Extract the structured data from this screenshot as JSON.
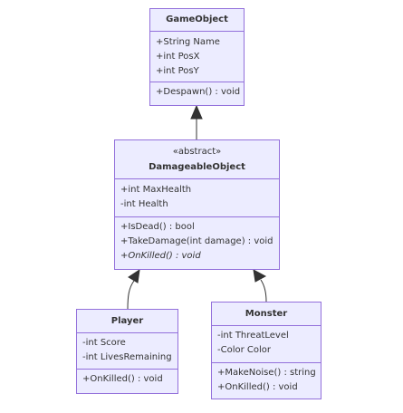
{
  "classes": {
    "game_object": {
      "name": "GameObject",
      "attributes": [
        "+String Name",
        "+int PosX",
        "+int PosY"
      ],
      "methods": [
        "+Despawn() : void"
      ]
    },
    "damageable_object": {
      "stereotype": "«abstract»",
      "name": "DamageableObject",
      "attributes": [
        "+int MaxHealth",
        "-int Health"
      ],
      "methods": [
        "+IsDead() : bool",
        "+TakeDamage(int damage) : void",
        "+OnKilled() : void"
      ]
    },
    "player": {
      "name": "Player",
      "attributes": [
        "-int Score",
        "-int LivesRemaining"
      ],
      "methods": [
        "+OnKilled() : void"
      ]
    },
    "monster": {
      "name": "Monster",
      "attributes": [
        "-int ThreatLevel",
        "-Color Color"
      ],
      "methods": [
        "+MakeNoise() : string",
        "+OnKilled() : void"
      ]
    }
  },
  "relationships": [
    {
      "type": "inheritance",
      "from": "DamageableObject",
      "to": "GameObject"
    },
    {
      "type": "inheritance",
      "from": "Player",
      "to": "DamageableObject"
    },
    {
      "type": "inheritance",
      "from": "Monster",
      "to": "DamageableObject"
    }
  ],
  "colors": {
    "box_fill": "#ECECFF",
    "box_border": "#9370DB",
    "line": "#333333",
    "text": "#333333"
  }
}
